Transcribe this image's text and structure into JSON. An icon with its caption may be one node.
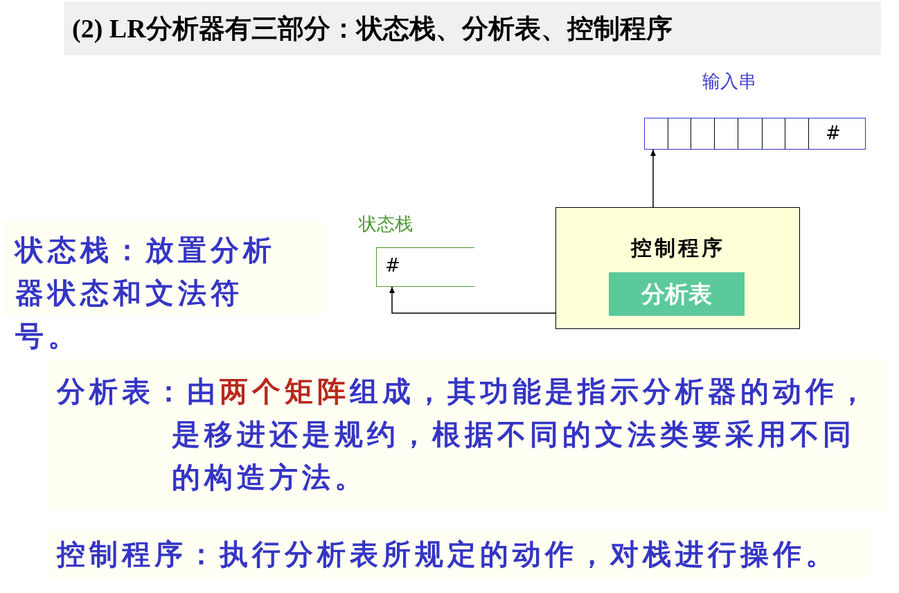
{
  "diagram": {
    "title": "(2) LR分析器有三部分：状态栈、分析表、控制程序",
    "nodes": [
      {
        "text": [
          "输入串",
          "#"
        ]
      },
      {
        "text": [
          "状态栈",
          "#"
        ]
      },
      {
        "text": [
          "控制程序"
        ]
      },
      {
        "text": [
          "分析表"
        ],
        "in": 2
      }
    ],
    "edges": [
      {
        "from": 2,
        "to": 0,
        "arrow": "to"
      },
      {
        "from": 2,
        "to": 1,
        "arrow": "to"
      }
    ],
    "labels": [
      "状态栈：放置分析器状态和文法符号。",
      "分析表：由**两个矩阵**组成，其功能是指示分析器的动作，是移进还是规约，根据不同的文法类要采用不同的构造方法。",
      "控制程序：执行分析表所规定的动作，对栈进行操作。"
    ]
  }
}
